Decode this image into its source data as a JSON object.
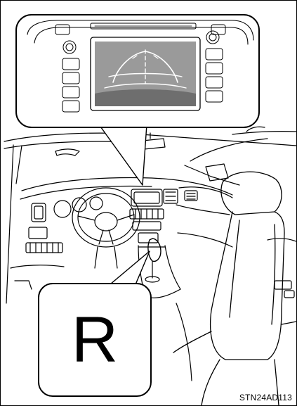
{
  "callout": {
    "gear_position": "R"
  },
  "figure_code": "STN24AD113",
  "display": {
    "guide_lines": [
      "outer-arc",
      "middle-arc",
      "center-line"
    ]
  },
  "icons": [
    "rear-view-mirror-icon",
    "steering-wheel-icon",
    "shift-lever-icon",
    "driver-seat-icon",
    "infotainment-screen-icon"
  ]
}
